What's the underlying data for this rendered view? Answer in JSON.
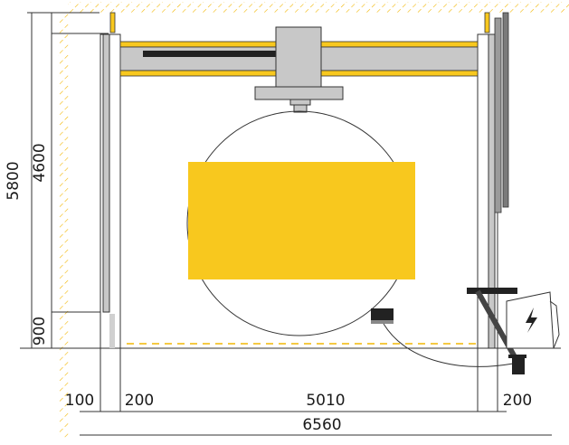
{
  "colors": {
    "accent_yellow": "#f8c81e",
    "beam_gray": "#c8c8c8",
    "outline": "#333333",
    "dark": "#222222",
    "hatch": "#f2b705",
    "floor_dash": "#f2b705"
  },
  "dimensions": {
    "total_height": "5800",
    "column_height": "4600",
    "base_height": "900",
    "left_wall_gap": "100",
    "left_column": "200",
    "span": "5010",
    "right_column": "200",
    "total_width": "6560"
  },
  "icons": {
    "power": "lightning-bolt-icon"
  }
}
